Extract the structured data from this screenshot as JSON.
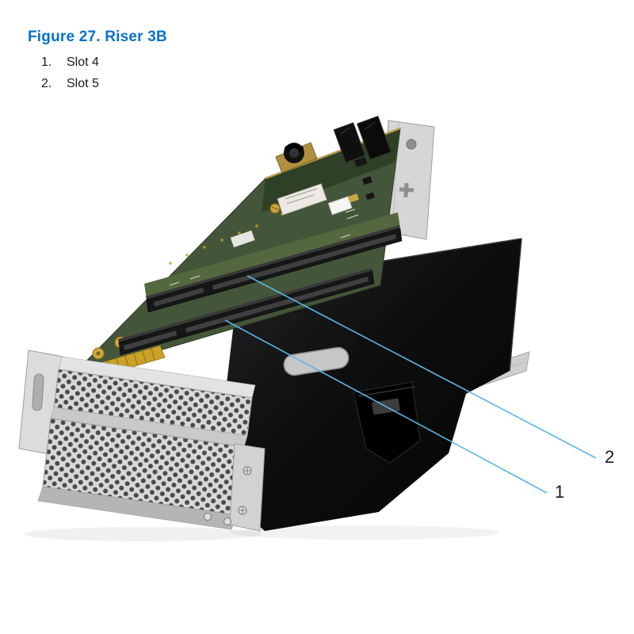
{
  "figure": {
    "title": "Figure 27. Riser 3B"
  },
  "legend": {
    "items": [
      {
        "number": "1.",
        "label": "Slot 4"
      },
      {
        "number": "2.",
        "label": "Slot 5"
      }
    ]
  },
  "callouts": [
    {
      "number": "2"
    },
    {
      "number": "1"
    }
  ],
  "colors": {
    "title_blue": "#0672CB",
    "callout_line_blue": "#58B7E6",
    "pcb_green": "#44563A",
    "shroud_black": "#0D0D0D",
    "bracket_gray": "#D6D6D6"
  }
}
